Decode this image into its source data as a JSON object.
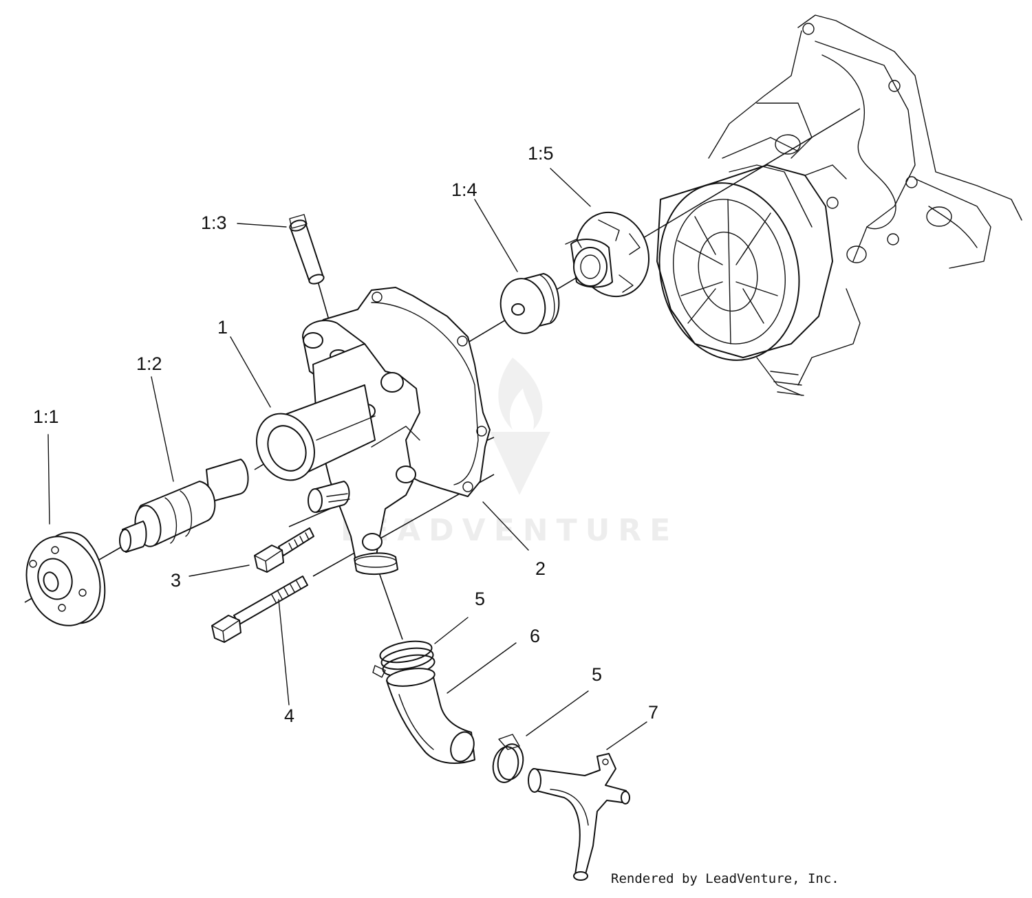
{
  "diagram": {
    "callouts": {
      "c1_1": "1:1",
      "c1_2": "1:2",
      "c1_3": "1:3",
      "c1": "1",
      "c1_4": "1:4",
      "c1_5": "1:5",
      "c2": "2",
      "c3": "3",
      "c4": "4",
      "c5a": "5",
      "c6": "6",
      "c5b": "5",
      "c7": "7"
    },
    "watermark": "LEADVENTURE",
    "credit": "Rendered by LeadVenture, Inc."
  }
}
